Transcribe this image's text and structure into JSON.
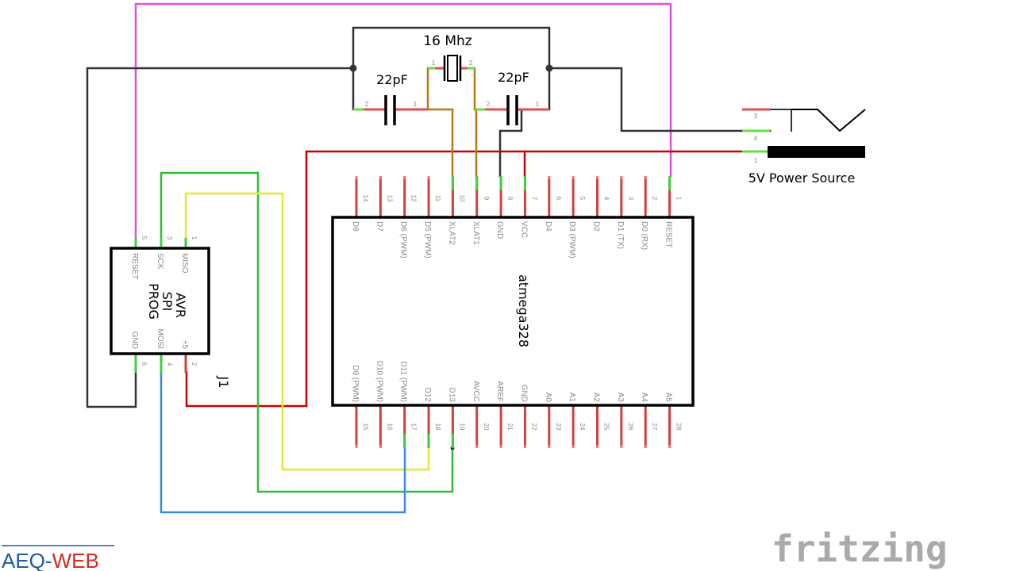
{
  "crystal": {
    "label": "16 Mhz",
    "pin1": "1",
    "pin2": "2"
  },
  "cap_left": {
    "label": "22pF",
    "pin1": "1",
    "pin2": "2"
  },
  "cap_right": {
    "label": "22pF",
    "pin1": "1",
    "pin2": "2"
  },
  "power": {
    "label": "5V Power Source",
    "pins": [
      "3",
      "4",
      "1"
    ]
  },
  "mcu": {
    "name": "atmega328",
    "top_pins": [
      {
        "num": "14",
        "name": "D8"
      },
      {
        "num": "13",
        "name": "D7"
      },
      {
        "num": "12",
        "name": "D6 (PWM)"
      },
      {
        "num": "11",
        "name": "D5 (PWM)"
      },
      {
        "num": "10",
        "name": "XLAT2"
      },
      {
        "num": "9",
        "name": "XLAT1"
      },
      {
        "num": "8",
        "name": "GND"
      },
      {
        "num": "7",
        "name": "VCC"
      },
      {
        "num": "6",
        "name": "D4"
      },
      {
        "num": "5",
        "name": "D3 (PWM)"
      },
      {
        "num": "4",
        "name": "D2"
      },
      {
        "num": "3",
        "name": "D1 (TX)"
      },
      {
        "num": "2",
        "name": "D0 (RX)"
      },
      {
        "num": "1",
        "name": "RESET"
      }
    ],
    "bottom_pins": [
      {
        "num": "15",
        "name": "D9 (PWM)"
      },
      {
        "num": "16",
        "name": "D10 (PWM)"
      },
      {
        "num": "17",
        "name": "D11 (PWM)"
      },
      {
        "num": "18",
        "name": "D12"
      },
      {
        "num": "19",
        "name": "D13"
      },
      {
        "num": "20",
        "name": "AVCC"
      },
      {
        "num": "21",
        "name": "AREF"
      },
      {
        "num": "22",
        "name": "GND"
      },
      {
        "num": "23",
        "name": "A0"
      },
      {
        "num": "24",
        "name": "A1"
      },
      {
        "num": "25",
        "name": "A2"
      },
      {
        "num": "26",
        "name": "A3"
      },
      {
        "num": "27",
        "name": "A4"
      },
      {
        "num": "28",
        "name": "A5"
      }
    ]
  },
  "programmer": {
    "title_lines": [
      "AVR",
      "SPI",
      "PROG"
    ],
    "ref": "J1",
    "top_pins": [
      {
        "num": "5",
        "name": "RESET"
      },
      {
        "num": "3",
        "name": "SCK"
      },
      {
        "num": "1",
        "name": "MISO"
      }
    ],
    "bottom_pins": [
      {
        "num": "6",
        "name": "GND"
      },
      {
        "num": "4",
        "name": "MOSI"
      },
      {
        "num": "2",
        "name": "+5"
      }
    ]
  },
  "branding": {
    "aeq": "AEQ",
    "dash": "-",
    "web": "WEB",
    "fritzing": "fritzing"
  },
  "colors": {
    "vcc": "#cc0000",
    "gnd": "#333333",
    "reset": "#e050e0",
    "sck": "#33bb33",
    "miso": "#e8e830",
    "mosi": "#3b8ad9",
    "crystal": "#b87818",
    "pin_end": "#44cc44",
    "pin_red": "#d04040",
    "aeq_blue": "#1e5aa8",
    "aeq_red": "#d62a1e"
  }
}
